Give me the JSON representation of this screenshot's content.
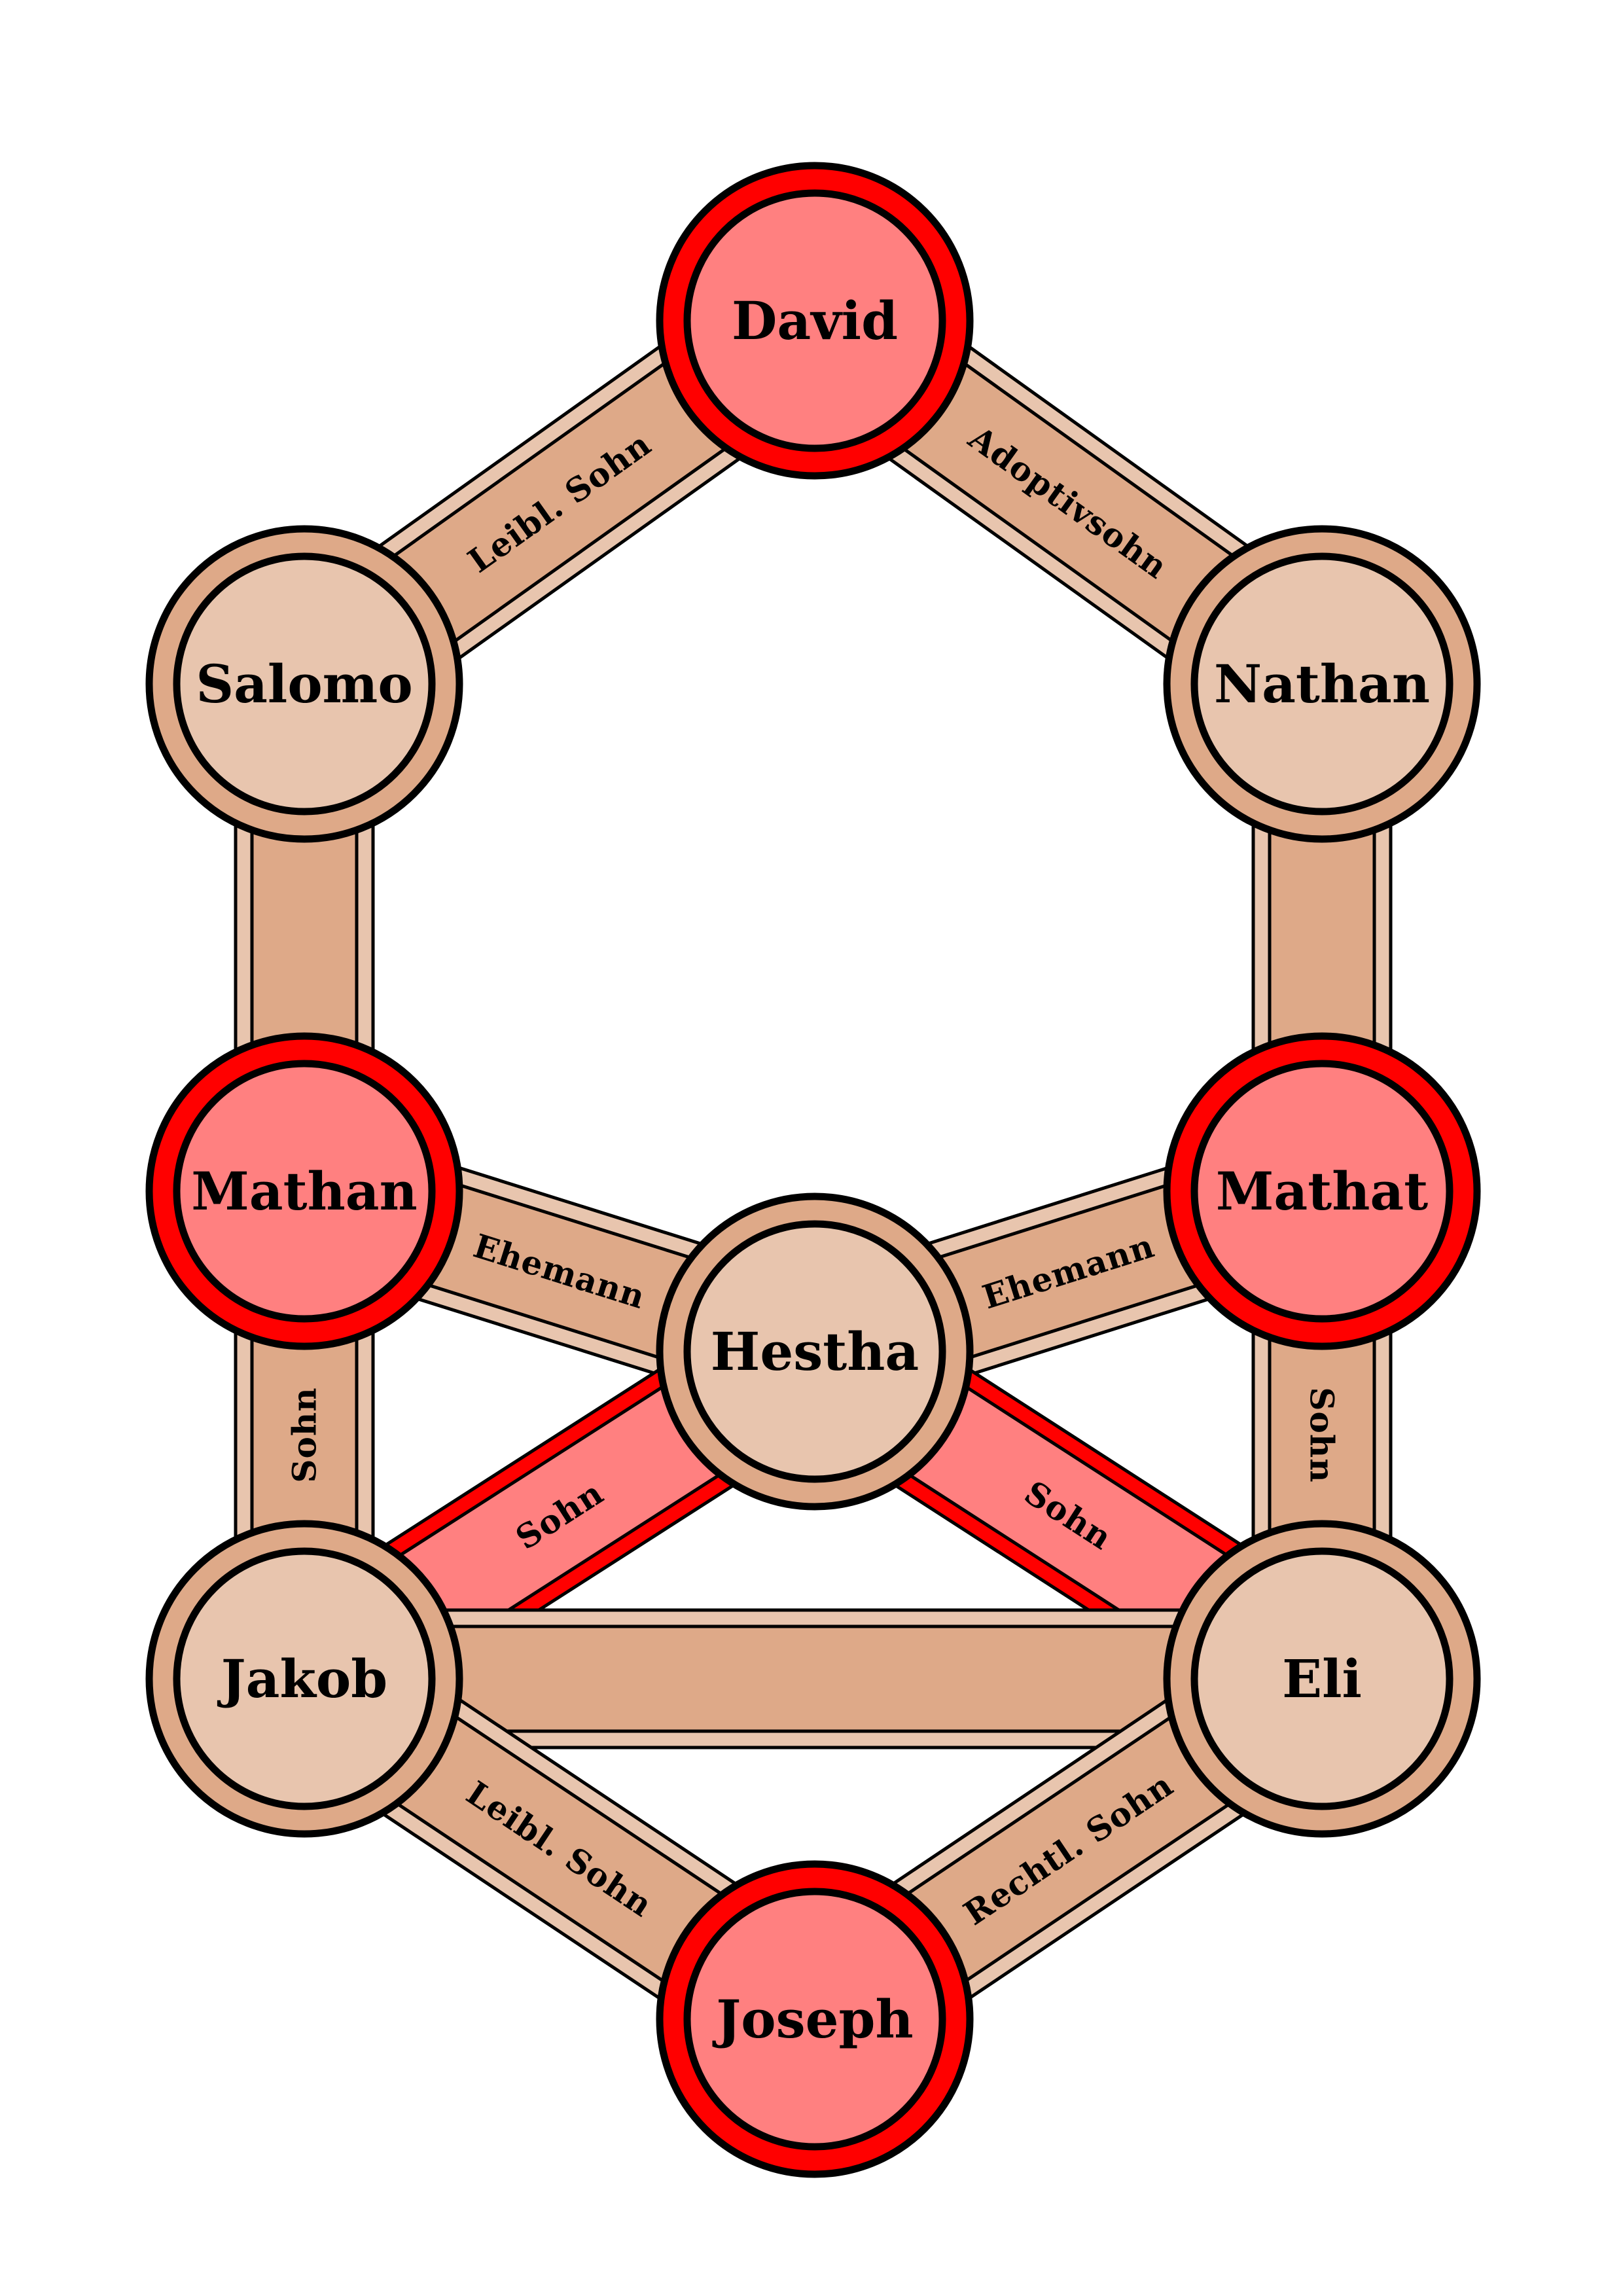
{
  "title": "",
  "colors": {
    "background": "#ffffff",
    "outline": "#000000",
    "normal_edge_outer": "#e8c5ae",
    "normal_edge_inner": "#dea988",
    "normal_node_ring": "#dea988",
    "normal_node_fill": "#e8c5ae",
    "highlight_ring": "#ff0000",
    "highlight_fill": "#ff8080"
  },
  "nodes": [
    {
      "id": "david",
      "label": "David",
      "highlight": true
    },
    {
      "id": "salomo",
      "label": "Salomo",
      "highlight": false
    },
    {
      "id": "nathan",
      "label": "Nathan",
      "highlight": false
    },
    {
      "id": "mathan",
      "label": "Mathan",
      "highlight": true
    },
    {
      "id": "mathat",
      "label": "Mathat",
      "highlight": true
    },
    {
      "id": "hestha",
      "label": "Hestha",
      "highlight": false
    },
    {
      "id": "jakob",
      "label": "Jakob",
      "highlight": false
    },
    {
      "id": "eli",
      "label": "Eli",
      "highlight": false
    },
    {
      "id": "joseph",
      "label": "Joseph",
      "highlight": true
    }
  ],
  "edges": [
    {
      "from": "david",
      "to": "salomo",
      "label": "Leibl. Sohn",
      "highlight": false
    },
    {
      "from": "david",
      "to": "nathan",
      "label": "Adoptivsohn",
      "highlight": false
    },
    {
      "from": "salomo",
      "to": "mathan",
      "label": "",
      "highlight": false
    },
    {
      "from": "nathan",
      "to": "mathat",
      "label": "",
      "highlight": false
    },
    {
      "from": "mathan",
      "to": "hestha",
      "label": "Ehemann",
      "highlight": false
    },
    {
      "from": "mathat",
      "to": "hestha",
      "label": "Ehemann",
      "highlight": false
    },
    {
      "from": "mathan",
      "to": "jakob",
      "label": "Sohn",
      "highlight": false
    },
    {
      "from": "mathat",
      "to": "eli",
      "label": "Sohn",
      "highlight": false
    },
    {
      "from": "hestha",
      "to": "jakob",
      "label": "Sohn",
      "highlight": true
    },
    {
      "from": "hestha",
      "to": "eli",
      "label": "Sohn",
      "highlight": true
    },
    {
      "from": "jakob",
      "to": "eli",
      "label": "",
      "highlight": false
    },
    {
      "from": "jakob",
      "to": "joseph",
      "label": "Leibl. Sohn",
      "highlight": false
    },
    {
      "from": "eli",
      "to": "joseph",
      "label": "Rechtl. Sohn",
      "highlight": false
    }
  ]
}
